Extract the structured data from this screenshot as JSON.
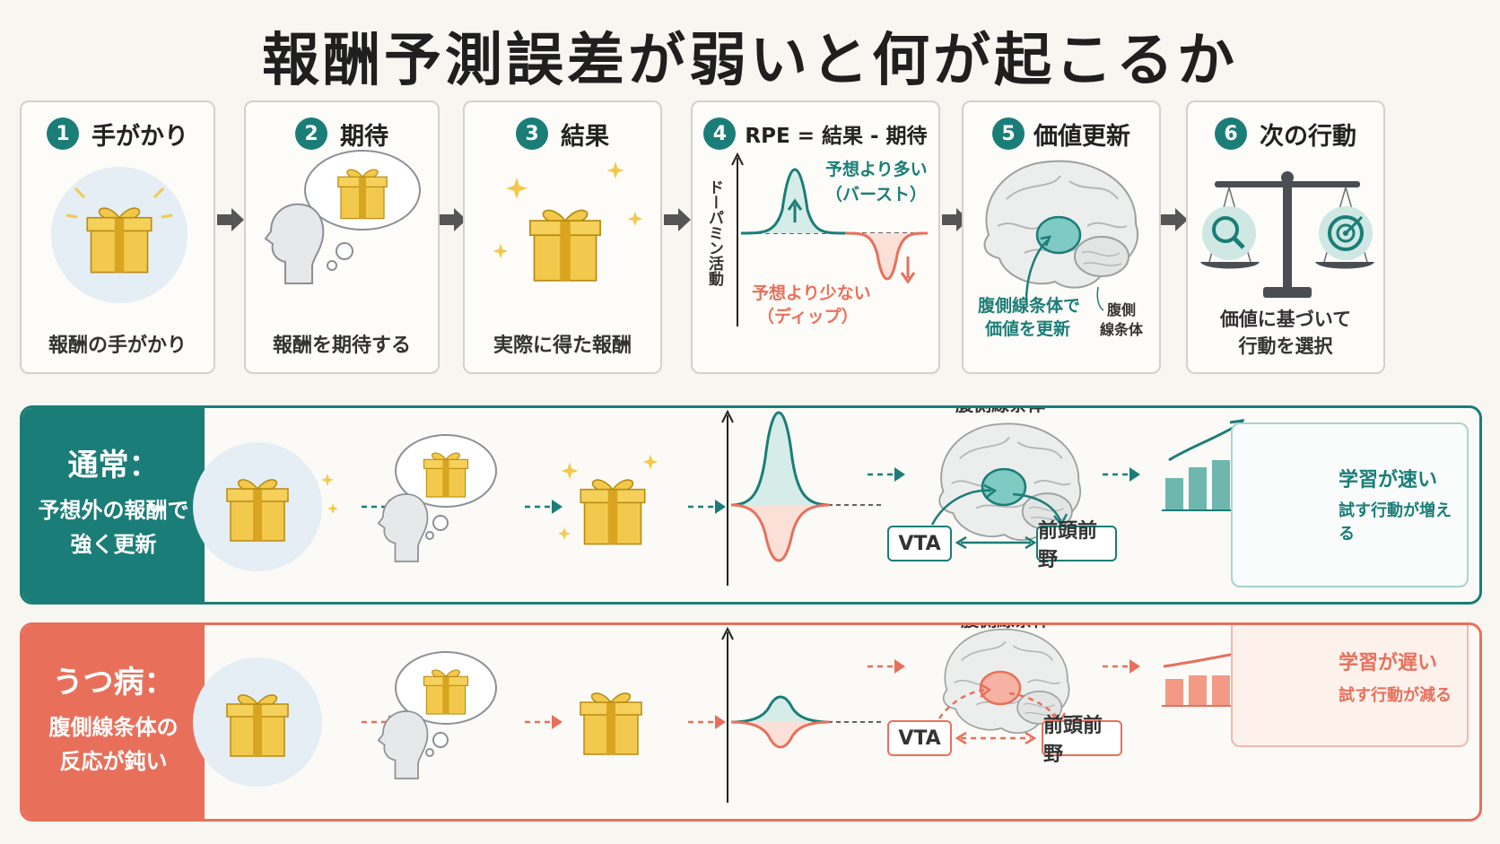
{
  "title": "報酬予測誤差が弱いと何が起こるか",
  "steps": [
    {
      "num": "1",
      "title": "手がかり",
      "caption": "報酬の手がかり"
    },
    {
      "num": "2",
      "title": "期待",
      "caption": "報酬を期待する"
    },
    {
      "num": "3",
      "title": "結果",
      "caption": "実際に得た報酬"
    },
    {
      "num": "4",
      "title": "RPE = 結果 - 期待",
      "axis_label": "ドーパミン活動",
      "burst_line1": "予想より多い",
      "burst_line2": "（バースト）",
      "dip_line1": "予想より少ない",
      "dip_line2": "（ディップ）"
    },
    {
      "num": "5",
      "title": "価値更新",
      "caption_line1": "腹側線条体で",
      "caption_line2": "価値を更新",
      "side_line1": "腹側",
      "side_line2": "線条体"
    },
    {
      "num": "6",
      "title": "次の行動",
      "caption_line1": "価値に基づいて",
      "caption_line2": "行動を選択"
    }
  ],
  "normal": {
    "label": "通常：",
    "sub_line1": "予想外の報酬で",
    "sub_line2": "強く更新",
    "striatum": "腹側線条体",
    "vta": "VTA",
    "pfc": "前頭前野",
    "result_title": "学習が速い",
    "result_sub": "試す行動が増える"
  },
  "depression": {
    "label": "うつ病：",
    "sub_line1": "腹側線条体の",
    "sub_line2": "反応が鈍い",
    "striatum": "腹側線条体",
    "vta": "VTA",
    "pfc": "前頭前野",
    "result_title": "学習が遅い",
    "result_sub": "試す行動が減る"
  },
  "colors": {
    "teal": "#1b7d77",
    "coral": "#e8705b",
    "gold": "#f2c94c"
  },
  "icons": [
    "gift-icon",
    "head-icon",
    "thought-bubble-icon",
    "sparkle-icon",
    "brain-icon",
    "scale-icon",
    "magnifier-icon",
    "target-icon",
    "bar-chart-icon"
  ]
}
